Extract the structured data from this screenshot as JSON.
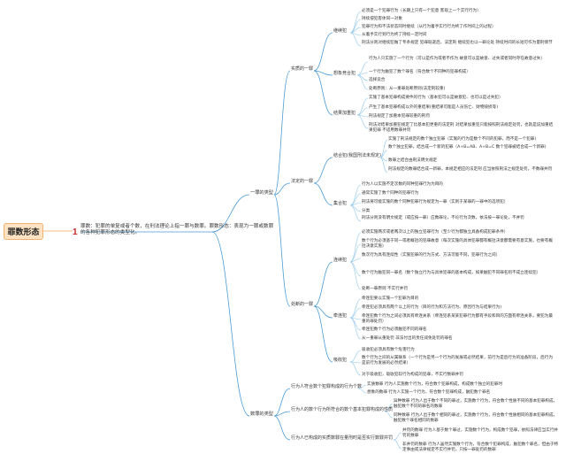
{
  "root": "罪数形态",
  "intro": {
    "badge": "1",
    "text": "罪数：犯罪的单复或者个数，在刑法理论上指一罪与数罪。罪数形态：表现为一罪或数罪的各种犯罪形态的类型化。"
  },
  "yizui": {
    "label": "一罪的类型",
    "shishang": {
      "label": "实质的一罪",
      "jixufan": {
        "label": "继续犯",
        "items": [
          "必须是一个犯罪行为（长期上只有一个犯意 客观上一个实行行为）",
          "持续侵犯客体同一对象",
          "犯罪行为和不法状态同时继续（从行为着手实行行为终了作时间上的过程）",
          "从着手实行到行为终了持续一定时间",
          "刑法分则对继续犯做了专条规定 犯罪既遂后，法定刑 继续犯也以一罪论处 持续时间的长短可作为量刑情节"
        ]
      },
      "xiangjing": {
        "label": "想象竞合犯",
        "items": [
          "行为人只实施了一个行为（可以是作为或者不作为 故意可以是故意、过失或者同时存在故意过失）",
          "一个行为触犯了数个罪名（符合数个不同种的犯罪构成）",
          "选择竞合",
          "处断原则：从一重罪处断原则(法定刑较重)"
        ]
      },
      "jieguo": {
        "label": "结果加重犯",
        "items": [
          "实施了基本犯罪构成要件的行为（基本犯可以是故意犯、也可以是过失犯）",
          "产生了基本犯罪构成以外的重结果(重结果可能是人员伤亡、财物毁损等)",
          "刑法规定了加重本犯罪较重的刑罚",
          "刑法对结果加重犯规定了比基本犯更重的法定刑 对结果加重犯只能按照刑法规定处罚，也就是说加重结果犯罪 不适用数罪并罚"
        ]
      }
    },
    "fading": {
      "label": "法定的一罪",
      "jiehe": {
        "label": "结合犯(我国刑法未规定)",
        "items": [
          "实施了刑法规定的数个独立犯罪（实施的行为是数个不同的犯罪，而不是一个犯罪)",
          "数个独立犯罪，结合成一个新的犯罪（A+B=AB、A+B=C 数个犯罪被结合成一个新罪)",
          "数罪之结合由刑法明文规定",
          "刑法规定的数罪结合成一新罪，本规定相应的法定刑 应当依照刑法之规定处罚，不数罪并罚"
        ]
      },
      "jihe": {
        "label": "集合犯",
        "items": [
          "行为人以实施不定次数的同种犯罪行为为目的",
          "通常实施了数个同种的犯罪行为",
          "刑法将可能实施的数个同种犯罪行为规定为一罪（实则于某罪的一罪中的选项犯）",
          "分类",
          "刑法分则没有明文规定（或应按一罪）应数罪论，不论行为次数，依法按一罪论处，不并罚"
        ]
      }
    },
    "chuduan": {
      "label": "处断的一罪",
      "lianxu": {
        "label": "连续犯",
        "items": [
          "必须实施两次或者两次以上的独立犯罪行为（至少行为都独立具备构成犯罪条件）",
          "数个行为必须基于同一或者概括的犯罪故意（每次实施的具体犯罪都有概括决意都需要有意实施，也要有概括决意实施)",
          "数次行为具有连续性（实施犯罪的行为方式、方法可能不同，犯罪行为之间）",
          "数个行为触犯同一罪名（数个独立行为与具体犯罪的基本构成，如果触犯不同罪名则不成立连续犯）",
          "处断一罪原则 不实行并罚"
        ]
      },
      "qianlian": {
        "label": "牵连犯",
        "items": [
          "牵连犯要以实施一个犯罪为目的",
          "牵连犯必须具有两个以上的行为（目的行为和方法行为、原因行为与结果行为)",
          "牵连犯数个行为之间必须具有牵连关系（牵连犯系某某犯罪行为都有手段和目的方面有牵连关系，要犯为最重的罪处罚）",
          "牵连犯数个行为必须触犯不同的罪名",
          "从一重罪从重处罚 非法付出的责任减免处罚的罪名"
        ]
      },
      "xishou": {
        "label": "吸收犯",
        "items": [
          "吸收犯必须具有数个危害行为",
          "数个行为之间的从属联系（一个行为是另一个行为的发展或必然结果，前行为是后行为的准备阶段，后行为是前行为发展的必然结果）",
          "对于吸收犯，吸收犯较行为构成的犯罪，不实行数罪并罚"
        ]
      }
    }
  },
  "shuzui": {
    "label": "数罪的类型",
    "groups": [
      {
        "label": "行为人符合数个犯罪构成的行为个数",
        "items": [
          "实质数罪 行为人实施数个行为，符合数个犯罪构成，构成数个独立的犯罪时",
          "想象的数罪 行为人实施一个行为，符合数个犯罪构成，触犯数个罪名"
        ]
      },
      {
        "label": "行为人的数个行为所符合的数个基本犯罪构成的性质",
        "items": [
          "异种数罪 行为人出于数个不同的罪过，实施数个行为，符合数个性质不同的基本犯罪构成，触犯数个不同的罪名的数罪",
          "同种数罪 行为人出于数个相同的罪过，实施数个行为，符合数个性质相同的基本犯罪构成，触犯数个罪名相同的数罪"
        ]
      },
      {
        "label": "行为人已构成的实质数罪在量刑时是否实行数罪并罚",
        "items": [
          "并罚的数罪 行为人基于数个罪过，实施数个行为，构成数个犯罪，依照法律应当实行并罚的数罪",
          "非并罚的数罪 行为人虽然实施数个行为，符合数个犯罪构成，触犯数个罪名，但由于特定事由或法律规定不实行并罚，只按一罪处罚的数罪"
        ]
      }
    ]
  }
}
